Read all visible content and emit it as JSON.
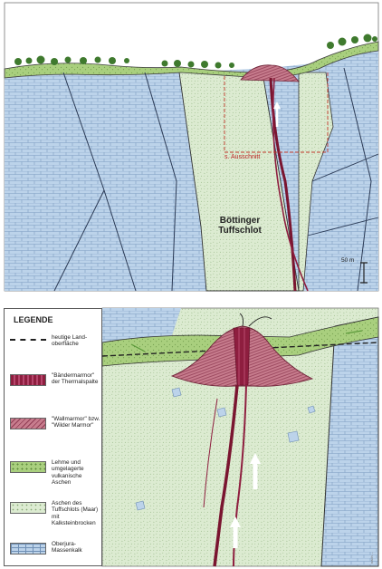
{
  "top_figure": {
    "title_line1": "Böttinger",
    "title_line2": "Tuffschlot",
    "inset_label": "s. Ausschnitt",
    "scale_label": "50 m"
  },
  "legend": {
    "title": "LEGENDE",
    "items": [
      {
        "key": "dashed",
        "label": "heutige Land-oberfläche"
      },
      {
        "key": "band",
        "label": "\"Bändermarmor\" der Thermalspalte"
      },
      {
        "key": "wall",
        "label": "\"Wallmarmor\" bzw. \"Wilder Marmor\""
      },
      {
        "key": "green",
        "label": "Lehme und umgelagerte vulkanische Aschen"
      },
      {
        "key": "tuff",
        "label": "Aschen des Tuffschlots (Maar) mit Kalksteinbrocken"
      },
      {
        "key": "lime",
        "label": "Oberjura-Massenkalk"
      }
    ]
  },
  "credit": "nach ...",
  "colors": {
    "limestone": "#bcd3ea",
    "tuff": "#dcebd1",
    "soil": "#a9cf7e",
    "marble_band": "#8e1e3f",
    "marble_wall": "#c77c8d"
  }
}
